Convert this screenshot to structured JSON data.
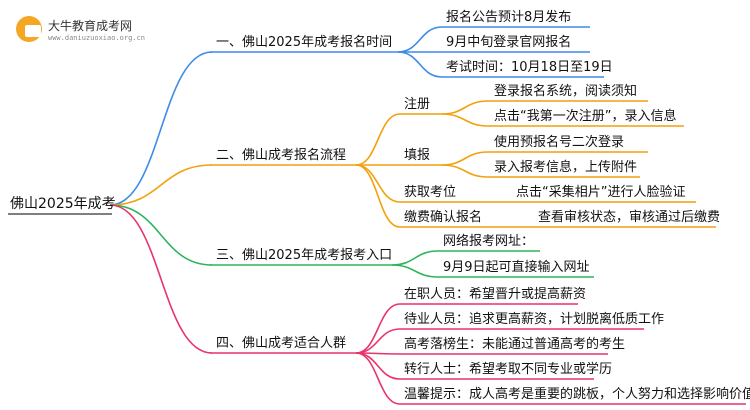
{
  "logo": {
    "name": "大牛教育成考网",
    "url": "www.daniuzuoxiao.org.cn"
  },
  "root": "佛山2025年成考",
  "branches": [
    {
      "label": "一、佛山2025年成考报名时间",
      "color": "#3d8ce8",
      "items": [
        "报名公告预计8月发布",
        "9月中旬登录官网报名",
        "考试时间：10月18日至19日"
      ]
    },
    {
      "label": "二、佛山成考报名流程",
      "color": "#f2a10c",
      "groups": [
        {
          "label": "注册",
          "items": [
            "登录报名系统，阅读须知",
            "点击“我第一次注册”，录入信息"
          ]
        },
        {
          "label": "填报",
          "items": [
            "使用预报名号二次登录",
            "录入报考信息，上传附件"
          ]
        },
        {
          "label": "获取考位",
          "items": [
            "点击“采集相片”进行人脸验证"
          ]
        },
        {
          "label": "缴费确认报名",
          "items": [
            "查看审核状态，审核通过后缴费"
          ]
        }
      ]
    },
    {
      "label": "三、佛山2025年成考报考入口",
      "color": "#2cb55a",
      "items": [
        "网络报考网址：",
        "9月9日起可直接输入网址"
      ]
    },
    {
      "label": "四、佛山成考适合人群",
      "color": "#e8346a",
      "items": [
        "在职人员：希望晋升或提高薪资",
        "待业人员：追求更高薪资，计划脱离低质工作",
        "高考落榜生：未能通过普通高考的考生",
        "转行人士：希望考取不同专业或学历",
        "温馨提示：成人高考是重要的跳板，个人努力和选择影响价值。"
      ]
    }
  ]
}
